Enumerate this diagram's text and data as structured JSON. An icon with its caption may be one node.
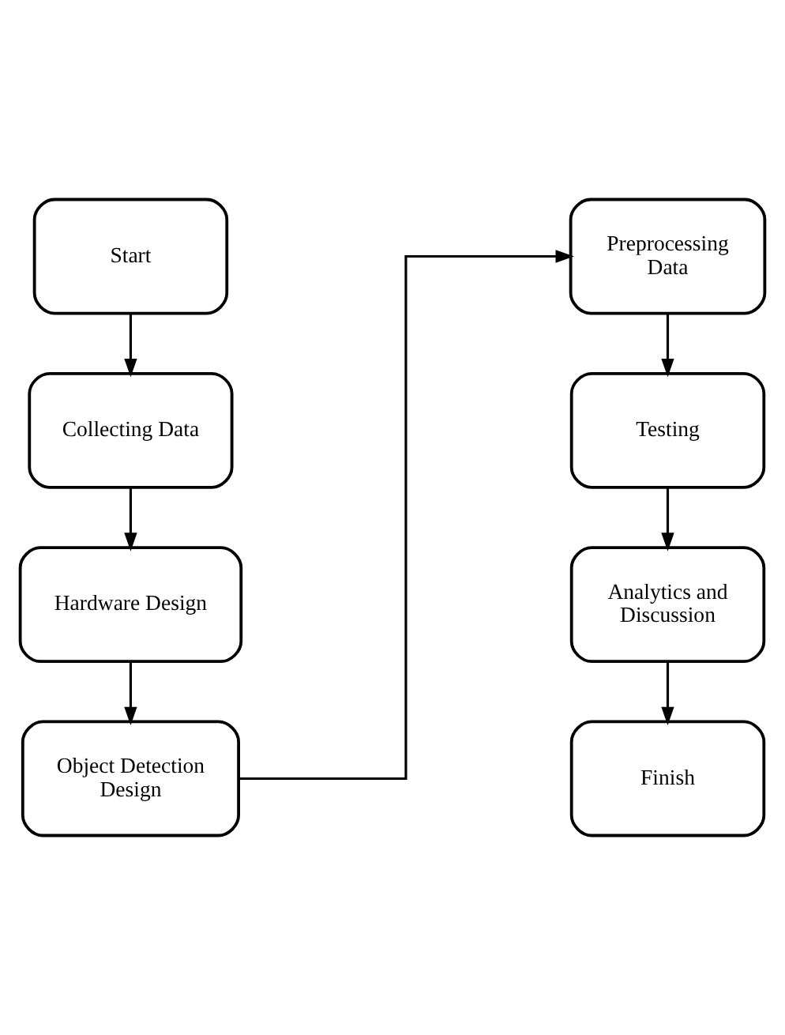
{
  "diagram": {
    "nodes": [
      {
        "text": [
          "Start"
        ]
      },
      {
        "text": [
          "Collecting Data"
        ]
      },
      {
        "text": [
          "Hardware Design"
        ]
      },
      {
        "text": [
          "Object Detection Design"
        ]
      },
      {
        "text": [
          "Preprocessing Data"
        ]
      },
      {
        "text": [
          "Testing"
        ]
      },
      {
        "text": [
          "Analytics and Discussion"
        ]
      },
      {
        "text": [
          "Finish"
        ]
      }
    ],
    "edges": [
      {
        "from": 0,
        "to": 1,
        "arrow": "to"
      },
      {
        "from": 1,
        "to": 2,
        "arrow": "to"
      },
      {
        "from": 2,
        "to": 3,
        "arrow": "to"
      },
      {
        "from": 3,
        "to": 4,
        "arrow": "to"
      },
      {
        "from": 4,
        "to": 5,
        "arrow": "to"
      },
      {
        "from": 5,
        "to": 6,
        "arrow": "to"
      },
      {
        "from": 6,
        "to": 7,
        "arrow": "to"
      }
    ]
  }
}
